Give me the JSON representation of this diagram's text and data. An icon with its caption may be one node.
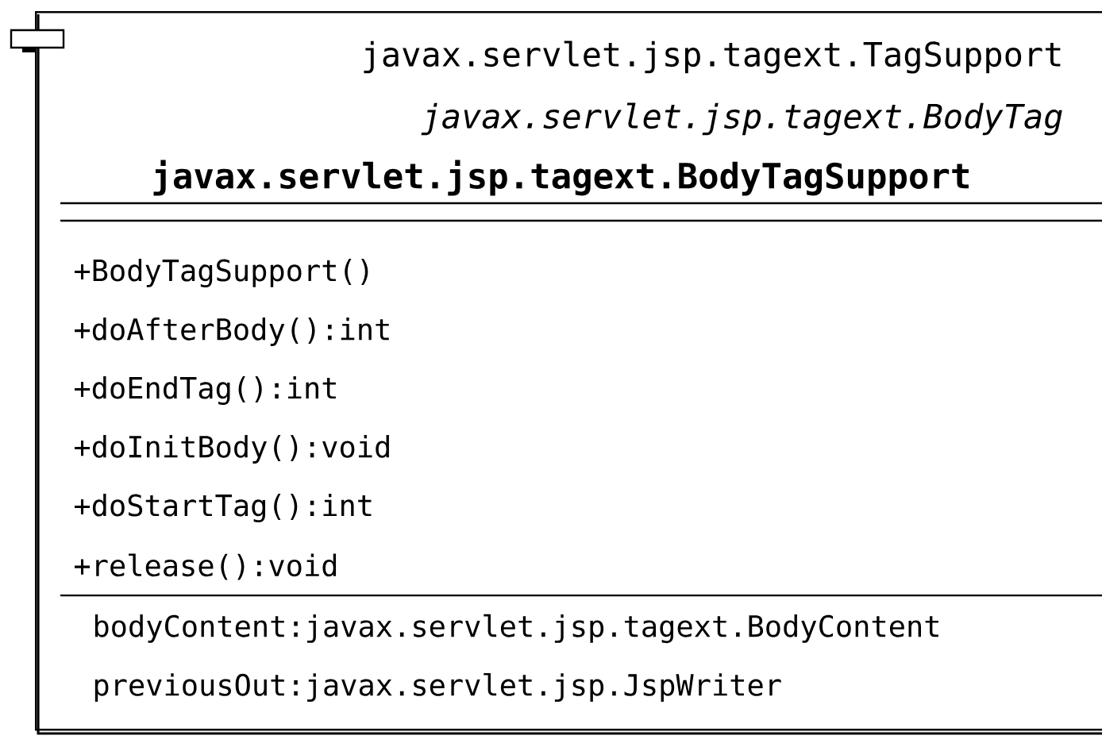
{
  "diagram": {
    "nodes": [
      {
        "text": [
          "javax.servlet.jsp.tagext.TagSupport",
          "javax.servlet.jsp.tagext.BodyTag",
          "javax.servlet.jsp.tagext.BodyTagSupport",
          "+BodyTagSupport()",
          "+doAfterBody():int",
          "+doEndTag():int",
          "+doInitBody():void",
          "+doStartTag():int",
          "+release():void",
          "bodyContent:javax.servlet.jsp.tagext.BodyContent",
          "previousOut:javax.servlet.jsp.JspWriter"
        ]
      }
    ]
  }
}
